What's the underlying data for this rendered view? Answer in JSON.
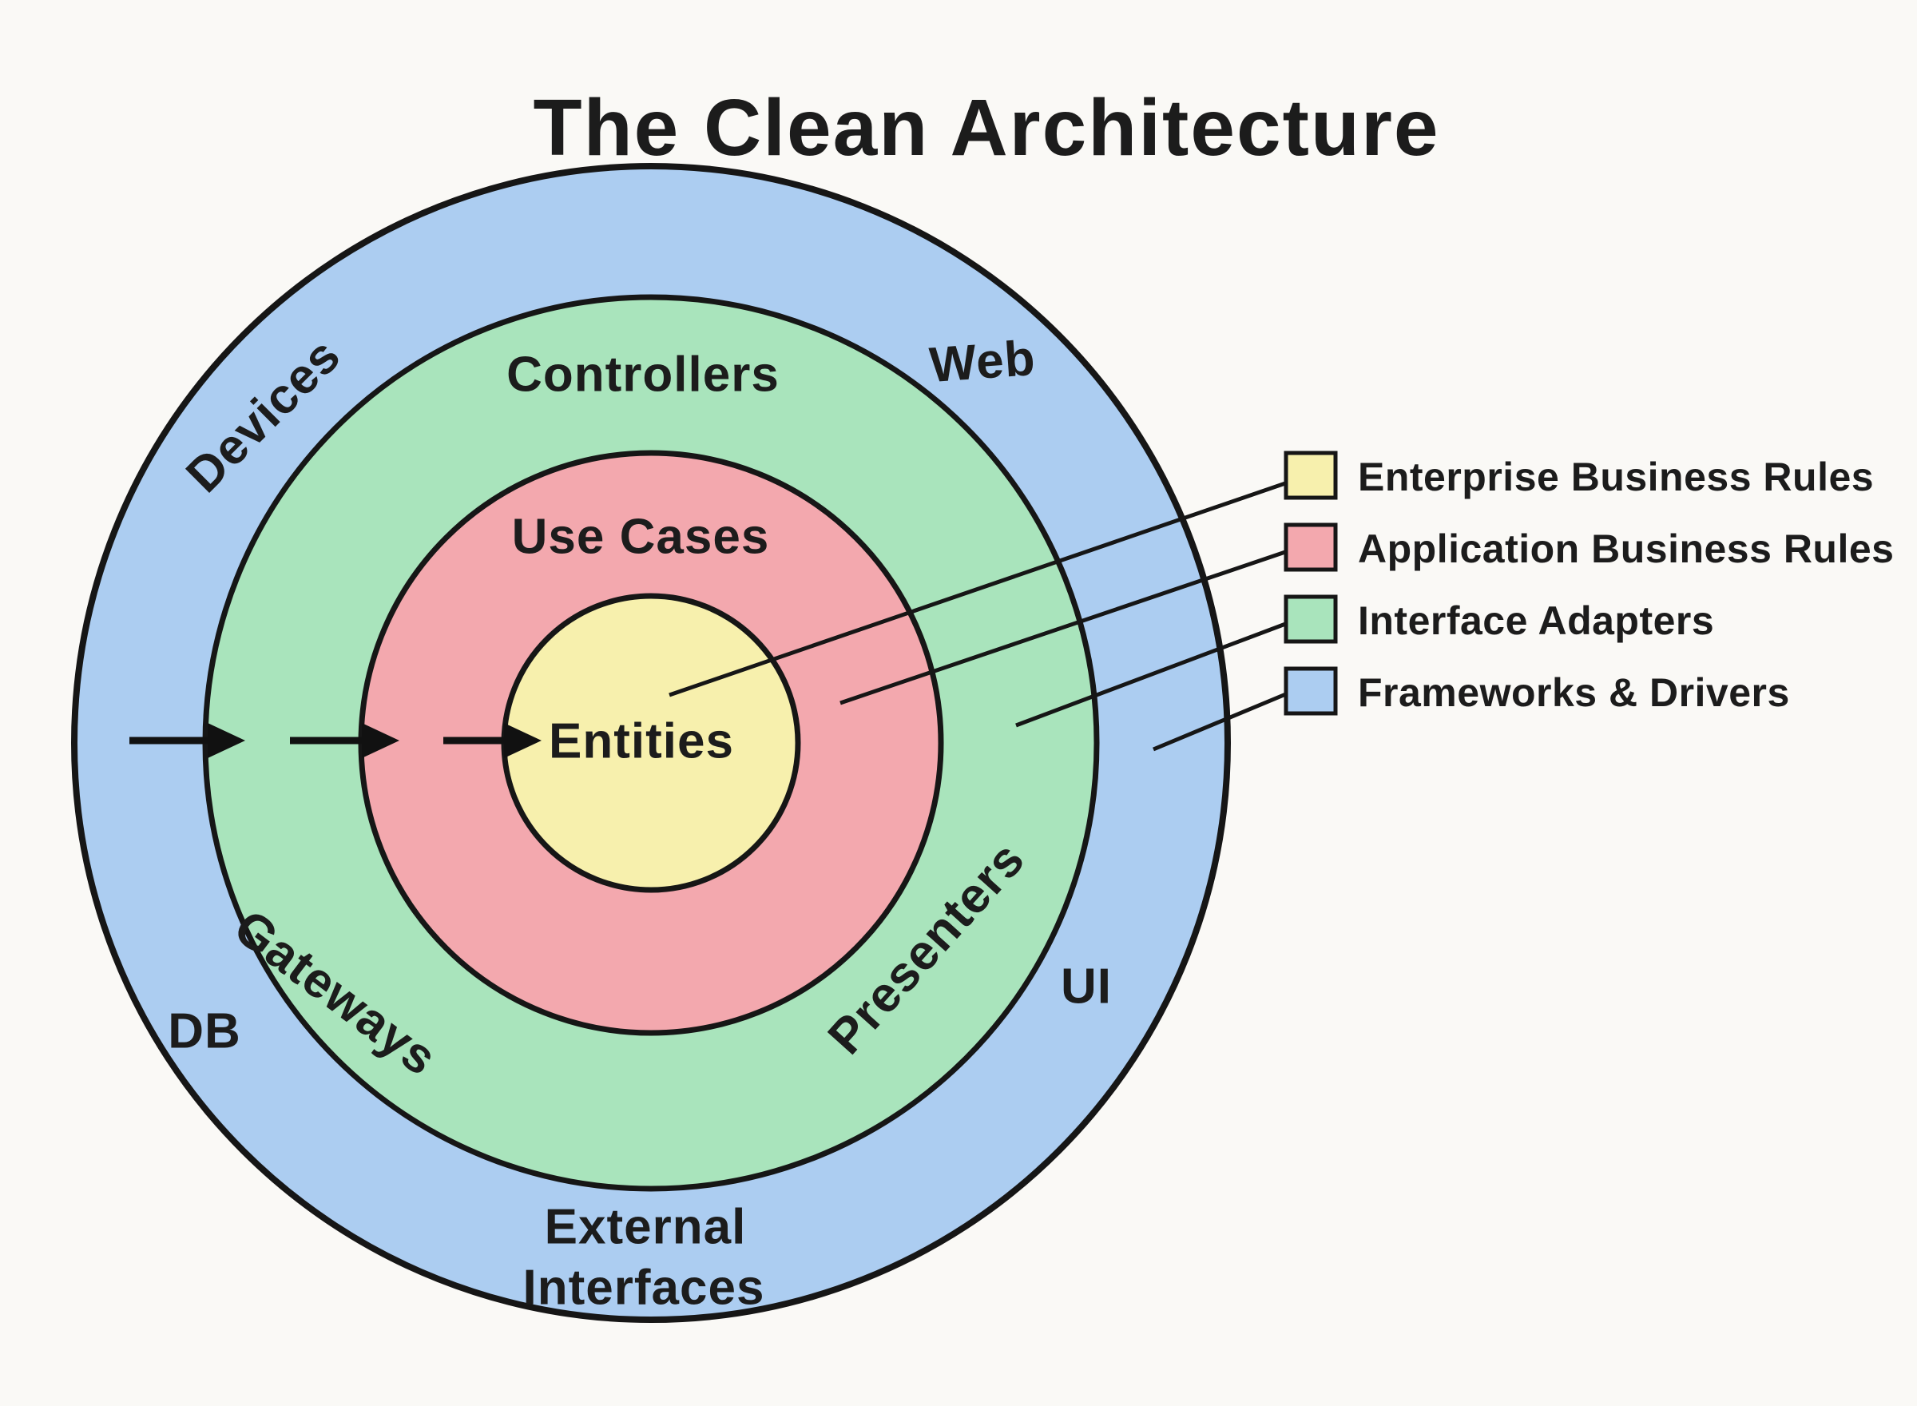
{
  "title": "The Clean Architecture",
  "colors": {
    "background": "#faf9f6",
    "outline": "#161616",
    "yellow": "#f7f0ad",
    "red": "#f3a8ae",
    "green": "#a9e4bc",
    "blue": "#accdf1"
  },
  "rings": {
    "entities_circle": {
      "label": "Entities",
      "layer": "Enterprise Business Rules"
    },
    "use_cases_circle": {
      "label": "Use Cases",
      "layer": "Application Business Rules"
    },
    "adapters_ring": {
      "labels": [
        "Controllers",
        "Gateways",
        "Presenters"
      ],
      "layer": "Interface Adapters"
    },
    "frameworks_ring": {
      "labels": [
        "Devices",
        "Web",
        "DB",
        "UI",
        "External Interfaces"
      ],
      "layer": "Frameworks & Drivers"
    }
  },
  "ring_labels": {
    "controllers": "Controllers",
    "use_cases": "Use Cases",
    "entities": "Entities",
    "devices": "Devices",
    "web": "Web",
    "db": "DB",
    "ui": "UI",
    "gateways": "Gateways",
    "presenters": "Presenters",
    "external_line1": "External",
    "external_line2": "Interfaces"
  },
  "legend": {
    "items": [
      {
        "label": "Enterprise Business Rules",
        "color": "#f7f0ad"
      },
      {
        "label": "Application Business Rules",
        "color": "#f3a8ae"
      },
      {
        "label": "Interface Adapters",
        "color": "#a9e4bc"
      },
      {
        "label": "Frameworks & Drivers",
        "color": "#accdf1"
      }
    ]
  }
}
